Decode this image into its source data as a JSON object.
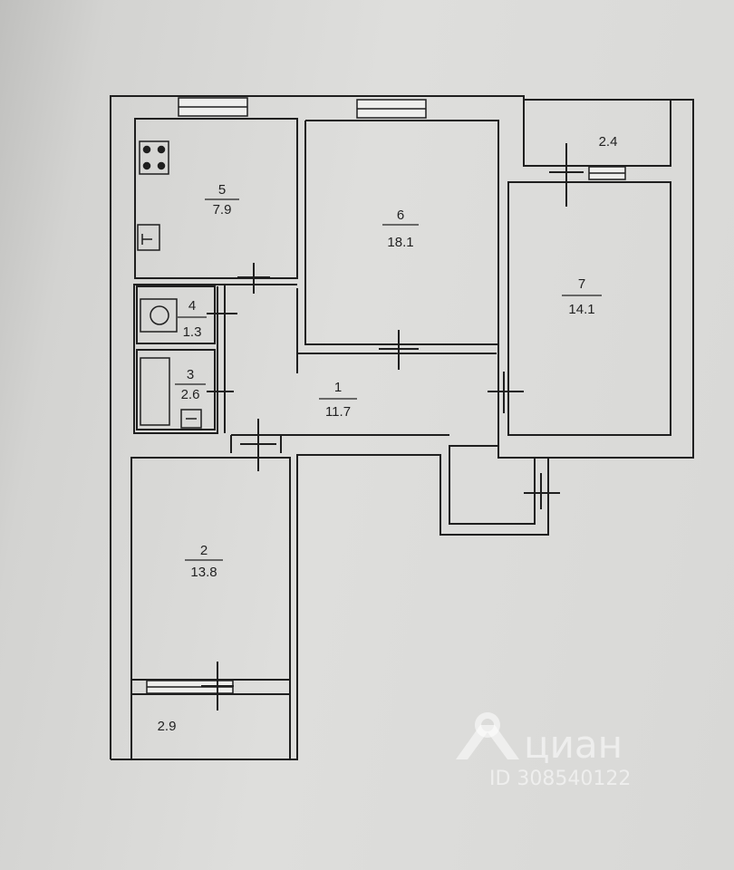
{
  "plan": {
    "rooms": [
      {
        "number": "1",
        "area": "11.7"
      },
      {
        "number": "2",
        "area": "13.8"
      },
      {
        "number": "3",
        "area": "2.6"
      },
      {
        "number": "4",
        "area": "1.3"
      },
      {
        "number": "5",
        "area": "7.9"
      },
      {
        "number": "6",
        "area": "18.1"
      },
      {
        "number": "7",
        "area": "14.1"
      }
    ],
    "balconies": [
      {
        "area": "2.4"
      },
      {
        "area": "2.9"
      }
    ]
  },
  "watermark": {
    "brand": "циан",
    "id": "ID 308540122",
    "icon": "location-pin-icon"
  }
}
